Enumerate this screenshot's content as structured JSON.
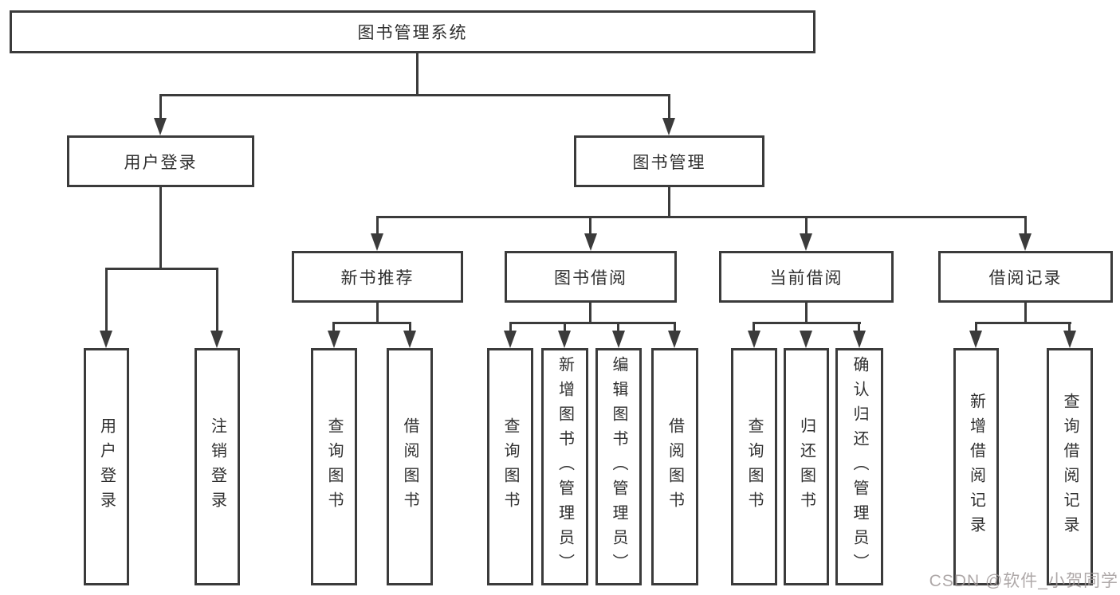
{
  "nodes": {
    "system": {
      "label": "图书管理系统"
    },
    "user_login": {
      "label": "用户登录"
    },
    "book_mgmt": {
      "label": "图书管理"
    },
    "new_book_rec": {
      "label": "新书推荐"
    },
    "book_borrow": {
      "label": "图书借阅"
    },
    "current_borrow": {
      "label": "当前借阅"
    },
    "borrow_record": {
      "label": "借阅记录"
    },
    "leaf_user_login": {
      "label": "用户登录"
    },
    "leaf_logout": {
      "label": "注销登录"
    },
    "leaf_query_book_1": {
      "label": "查询图书"
    },
    "leaf_borrow_book_1": {
      "label": "借阅图书"
    },
    "leaf_query_book_2": {
      "label": "查询图书"
    },
    "leaf_add_book": {
      "label": "新增图书（管理员）"
    },
    "leaf_edit_book": {
      "label": "编辑图书（管理员）"
    },
    "leaf_borrow_book_2": {
      "label": "借阅图书"
    },
    "leaf_query_book_3": {
      "label": "查询图书"
    },
    "leaf_return_book": {
      "label": "归还图书"
    },
    "leaf_confirm_return": {
      "label": "确认归还（管理员）"
    },
    "leaf_add_record": {
      "label": "新增借阅记录"
    },
    "leaf_query_record": {
      "label": "查询借阅记录"
    }
  },
  "watermark": {
    "text": "CSDN @软件_小贺同学",
    "color": "#a09999"
  },
  "colors": {
    "line": "#3b3b3b",
    "text": "#2f2f2f",
    "background": "#ffffff"
  }
}
